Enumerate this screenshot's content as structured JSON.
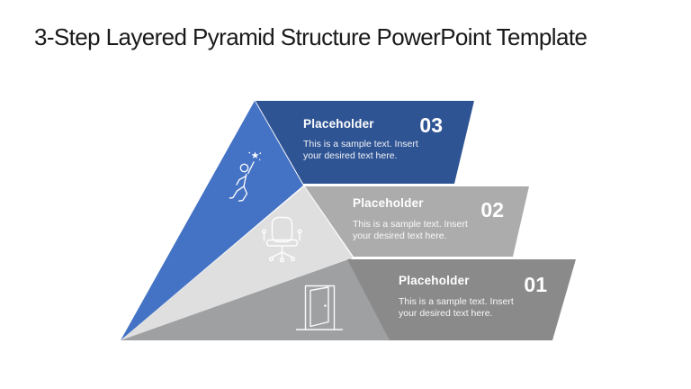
{
  "title": "3-Step Layered Pyramid Structure PowerPoint Template",
  "steps": [
    {
      "number": "03",
      "heading": "Placeholder",
      "body": "This is a sample text. Insert your desired text here.",
      "icon": "person-reaching-star-icon",
      "side_color": "#4472C4",
      "band_color": "#2F5494"
    },
    {
      "number": "02",
      "heading": "Placeholder",
      "body": "This is a sample text. Insert your desired text here.",
      "icon": "office-chair-icon",
      "side_color": "#DFDFDF",
      "band_color": "#ACACAC"
    },
    {
      "number": "01",
      "heading": "Placeholder",
      "body": "This is a sample text. Insert your desired text here.",
      "icon": "open-door-icon",
      "side_color": "#9EA0A2",
      "band_color": "#8A8A8A"
    }
  ],
  "colors": {
    "background": "#FFFFFF",
    "title_text": "#1A1A1A",
    "band_text": "#FFFFFF"
  }
}
